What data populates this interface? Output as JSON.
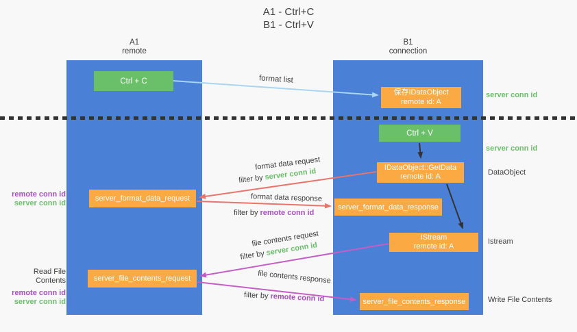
{
  "title": {
    "line1": "A1 - Ctrl+C",
    "line2": "B1 - Ctrl+V"
  },
  "columns": {
    "left": {
      "title": "A1",
      "subtitle": "remote"
    },
    "right": {
      "title": "B1",
      "subtitle": "connection"
    }
  },
  "nodes": {
    "ctrl_c": {
      "label": "Ctrl + C"
    },
    "ctrl_v": {
      "label": "Ctrl + V"
    },
    "save_dataobject": {
      "line1": "保存IDataObject",
      "line2": "remote id: A"
    },
    "getdata": {
      "line1": "IDataObject::GetData",
      "line2": "remote id: A"
    },
    "istream": {
      "line1": "IStream",
      "line2": "remote id: A"
    },
    "format_request": {
      "label": "server_format_data_request"
    },
    "format_response": {
      "label": "server_format_data_response"
    },
    "file_request": {
      "label": "server_file_contents_request"
    },
    "file_response": {
      "label": "server_file_contents_response"
    }
  },
  "arrow_labels": {
    "format_list": "format list",
    "format_data_request": "format data request",
    "format_data_response": "format data response",
    "file_contents_request": "file contents request",
    "file_contents_response": "file contents response",
    "filter_by": "filter by",
    "server_conn_id": "server conn id",
    "remote_conn_id": "remote conn id"
  },
  "side_labels": {
    "server_conn_id": "server conn id",
    "remote_conn_id": "remote conn id",
    "dataobject": "DataObject",
    "istream": "Istream",
    "read_file_contents": "Read File Contents",
    "write_file_contents": "Write File Contents"
  },
  "colors": {
    "background": "#f8f8f8",
    "lane_blue": "#4a80d5",
    "button_green": "#6abf69",
    "box_orange": "#fbaa43",
    "arrow_lightblue": "#a9d5f1",
    "arrow_red": "#e8756a",
    "arrow_purple": "#c45ec4",
    "arrow_black": "#333333",
    "text_green": "#6abf69",
    "text_purple": "#a74fc0"
  }
}
